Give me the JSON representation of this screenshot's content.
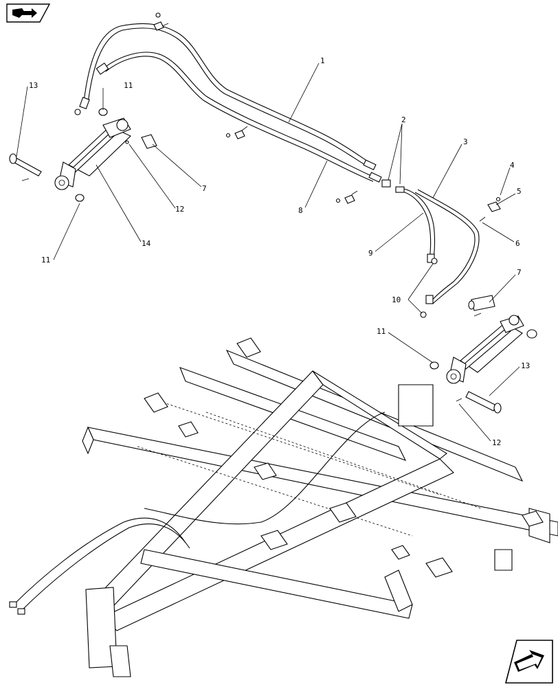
{
  "callouts": [
    {
      "key": "c1",
      "label": "1"
    },
    {
      "key": "c2",
      "label": "2"
    },
    {
      "key": "c3",
      "label": "3"
    },
    {
      "key": "c4",
      "label": "4"
    },
    {
      "key": "c5",
      "label": "5"
    },
    {
      "key": "c6",
      "label": "6"
    },
    {
      "key": "c7a",
      "label": "7"
    },
    {
      "key": "c7b",
      "label": "7"
    },
    {
      "key": "c8",
      "label": "8"
    },
    {
      "key": "c9",
      "label": "9"
    },
    {
      "key": "c10",
      "label": "10"
    },
    {
      "key": "c11a",
      "label": "11"
    },
    {
      "key": "c11b",
      "label": "11"
    },
    {
      "key": "c11c",
      "label": "11"
    },
    {
      "key": "c12a",
      "label": "12"
    },
    {
      "key": "c12b",
      "label": "12"
    },
    {
      "key": "c13a",
      "label": "13"
    },
    {
      "key": "c13b",
      "label": "13"
    },
    {
      "key": "c14",
      "label": "14"
    }
  ],
  "icons": {
    "top_left": "book-arrow-icon",
    "bottom_right": "next-arrow-icon"
  }
}
